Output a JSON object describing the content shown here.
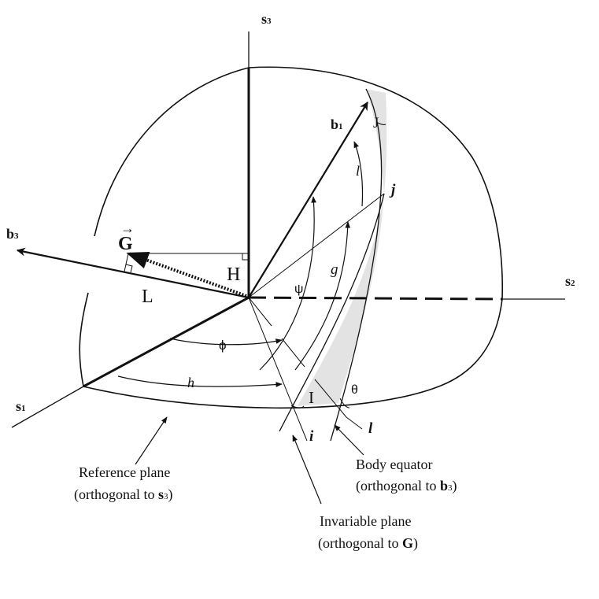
{
  "diagram": {
    "axes": {
      "s1": {
        "name": "s",
        "sub": "1"
      },
      "s2": {
        "name": "s",
        "sub": "2"
      },
      "s3": {
        "name": "s",
        "sub": "3"
      },
      "b1": {
        "name": "b",
        "sub": "1"
      },
      "b3": {
        "name": "b",
        "sub": "3"
      }
    },
    "vector_G": "G",
    "G_arrow": "→",
    "labels": {
      "L": "L",
      "H": "H",
      "I": "I",
      "J": "J",
      "h": "h",
      "g": "g",
      "l_upper": "l",
      "l_lower": "l",
      "i": "i",
      "j": "j",
      "phi": "ϕ",
      "psi": "ψ",
      "theta": "θ"
    },
    "captions": {
      "reference_plane": {
        "line1": "Reference plane",
        "line2_pre": "(orthogonal to ",
        "line2_sym": "s",
        "line2_sub": "3",
        "line2_post": ")"
      },
      "body_equator": {
        "line1": "Body equator",
        "line2_pre": "(orthogonal to ",
        "line2_sym": "b",
        "line2_sub": "3",
        "line2_post": ")"
      },
      "invariable_plane": {
        "line1": "Invariable plane",
        "line2_pre": "(orthogonal to ",
        "line2_sym": "G",
        "line2_post": ")"
      }
    },
    "colors": {
      "ink": "#111111",
      "shade": "#e3e3e3"
    }
  }
}
